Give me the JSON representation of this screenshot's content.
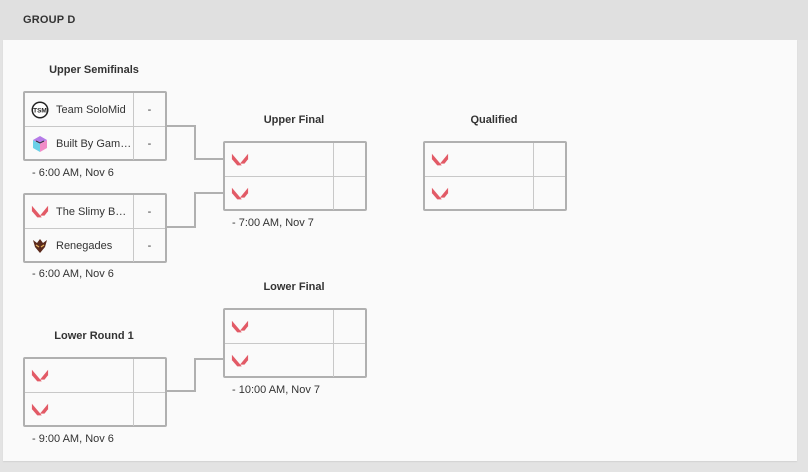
{
  "group": {
    "title": "GROUP D"
  },
  "rounds": {
    "upper_semifinals": "Upper Semifinals",
    "upper_final": "Upper Final",
    "qualified": "Qualified",
    "lower_round_1": "Lower Round 1",
    "lower_final": "Lower Final"
  },
  "matches": {
    "usf1": {
      "time": "-  6:00 AM, Nov 6",
      "teams": [
        {
          "name": "Team SoloMid",
          "score": "-",
          "logo": "tsm-logo-icon"
        },
        {
          "name": "Built By Gamers",
          "score": "-",
          "logo": "bbg-logo-icon"
        }
      ]
    },
    "usf2": {
      "time": "-  6:00 AM, Nov 6",
      "teams": [
        {
          "name": "The Slimy Boys",
          "score": "-",
          "logo": "valorant-logo-icon"
        },
        {
          "name": "Renegades",
          "score": "-",
          "logo": "renegades-logo-icon"
        }
      ]
    },
    "uf": {
      "time": "-  7:00 AM, Nov 7",
      "teams": [
        {
          "name": "",
          "score": "",
          "logo": "valorant-logo-icon"
        },
        {
          "name": "",
          "score": "",
          "logo": "valorant-logo-icon"
        }
      ]
    },
    "qualified": {
      "teams": [
        {
          "name": "",
          "score": "",
          "logo": "valorant-logo-icon"
        },
        {
          "name": "",
          "score": "",
          "logo": "valorant-logo-icon"
        }
      ]
    },
    "lr1": {
      "time": "-  9:00 AM, Nov 6",
      "teams": [
        {
          "name": "",
          "score": "",
          "logo": "valorant-logo-icon"
        },
        {
          "name": "",
          "score": "",
          "logo": "valorant-logo-icon"
        }
      ]
    },
    "lf": {
      "time": "-  10:00 AM, Nov 7",
      "teams": [
        {
          "name": "",
          "score": "",
          "logo": "valorant-logo-icon"
        },
        {
          "name": "",
          "score": "",
          "logo": "valorant-logo-icon"
        }
      ]
    }
  },
  "colors": {
    "valorant_red": "#e25a66",
    "border": "#b0b0b0",
    "panel_bg": "#fafafa"
  }
}
